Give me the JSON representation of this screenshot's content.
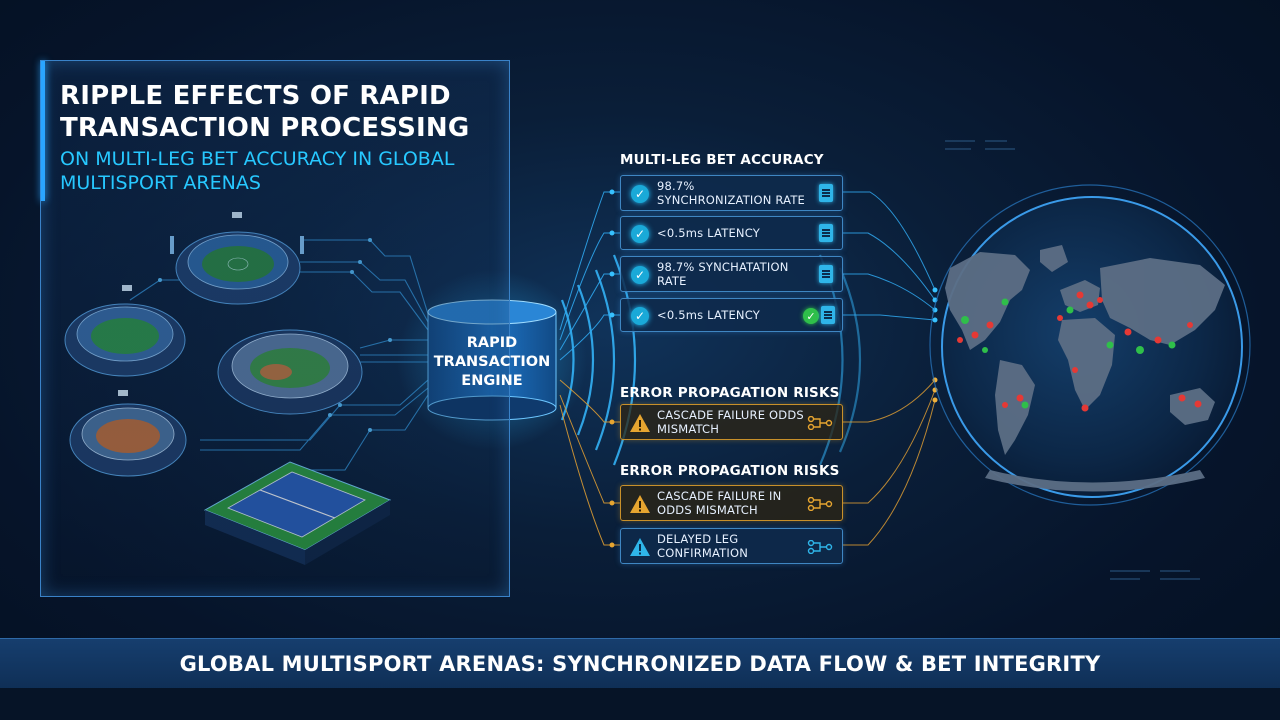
{
  "title": {
    "main": "RIPPLE EFFECTS OF RAPID TRANSACTION PROCESSING",
    "sub": "ON MULTI-LEG BET ACCURACY IN GLOBAL MULTISPORT ARENAS"
  },
  "engine": {
    "label": "RAPID TRANSACTION ENGINE"
  },
  "accuracy": {
    "heading": "MULTI-LEG BET ACCURACY",
    "items": [
      {
        "label": "98.7% SYNCHRONIZATION RATE",
        "icon": "check-icon"
      },
      {
        "label": "<0.5ms LATENCY",
        "icon": "check-icon"
      },
      {
        "label": "98.7% SYNCHATATION RATE",
        "icon": "check-icon"
      },
      {
        "label": "<0.5ms LATENCY",
        "icon": "check-icon"
      }
    ]
  },
  "risks1": {
    "heading": "ERROR PROPAGATION RISKS",
    "items": [
      {
        "label": "CASCADE FAILURE ODDS MISMATCH",
        "icon": "warning-icon"
      }
    ]
  },
  "risks2": {
    "heading": "ERROR PROPAGATION RISKS",
    "items": [
      {
        "label": "CASCADE FAILURE IN ODDS MISMATCH",
        "icon": "warning-icon"
      },
      {
        "label": "DELAYED LEG CONFIRMATION",
        "icon": "warning-icon"
      }
    ]
  },
  "footer": {
    "text": "GLOBAL MULTISPORT ARENAS: SYNCHRONIZED DATA FLOW & BET INTEGRITY"
  },
  "colors": {
    "accent": "#27c8ff",
    "warning": "#e6a530",
    "success": "#2fbf4a",
    "alert": "#e53935"
  }
}
